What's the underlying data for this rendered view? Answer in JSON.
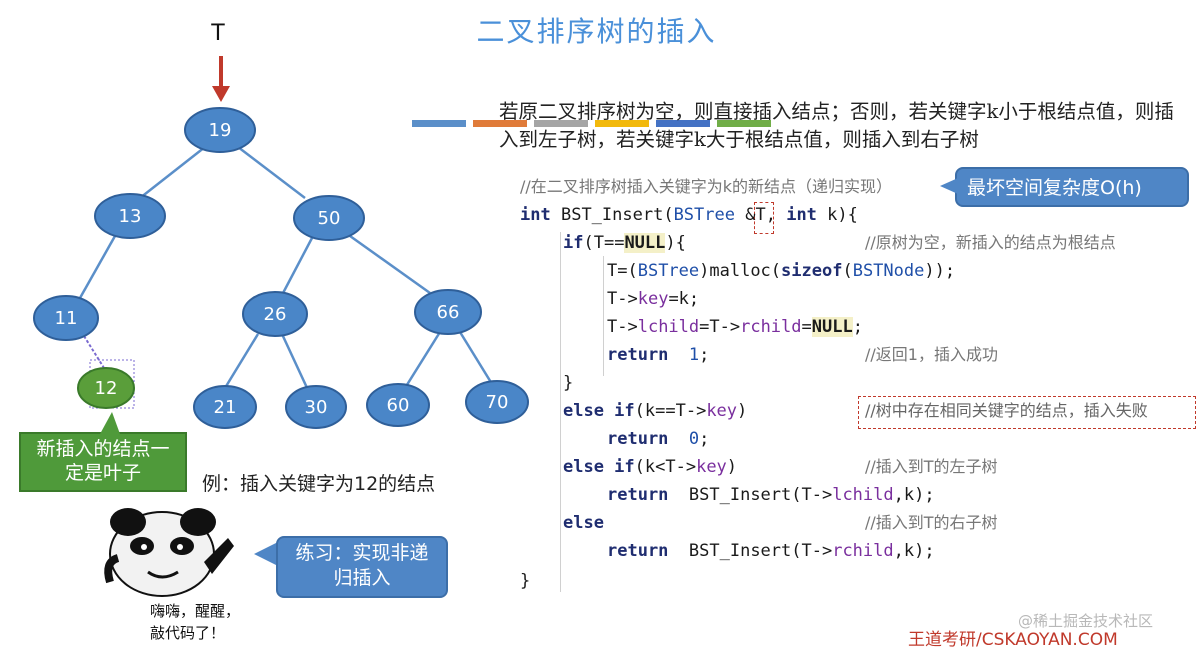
{
  "slide": {
    "title": "二叉排序树的插入",
    "title_bars": [
      "#5b8fc9",
      "#e07b39",
      "#a5a5a5",
      "#f2b90c",
      "#4472c4",
      "#70ad47"
    ],
    "description": "若原二叉排序树为空，则直接插入结点；否则，若关键字k小于根结点值，则插入到左子树，若关键字k大于根结点值，则插入到右子树",
    "tree": {
      "root_label": "T",
      "nodes": [
        "19",
        "13",
        "50",
        "11",
        "26",
        "66",
        "12",
        "21",
        "30",
        "60",
        "70"
      ],
      "new_node": "12",
      "node_color": "#4a86c8",
      "new_node_color": "#5a9e3a"
    },
    "leaf_note": "新插入的结点一定是叶子",
    "example_caption": "例：插入关键字为12的结点",
    "exercise_note": "练习：实现非递归插入",
    "meme_caption_1": "嗨嗨，醒醒，",
    "meme_caption_2": "敲代码了！",
    "complexity_note": "最坏空间复杂度O(h)",
    "code": {
      "comment_header": "//在二叉排序树插入关键字为k的新结点（递归实现）",
      "sig_kw": "int",
      "sig_fn": "BST_Insert(",
      "sig_type": "BSTree",
      "sig_ref": "&T,",
      "sig_kw2": "int",
      "sig_rest": "k){",
      "l2a": "if",
      "l2b": "(T==",
      "l2null": "NULL",
      "l2c": "){",
      "l2cm": "//原树为空，新插入的结点为根结点",
      "l3a": "T=(",
      "l3type": "BSTree",
      "l3b": ")malloc(",
      "l3kw": "sizeof",
      "l3c": "(",
      "l3type2": "BSTNode",
      "l3d": "));",
      "l4a": "T->",
      "l4fld": "key",
      "l4b": "=k;",
      "l5a": "T->",
      "l5fld": "lchild",
      "l5b": "=T->",
      "l5fld2": "rchild",
      "l5c": "=",
      "l5null": "NULL",
      "l5d": ";",
      "l6kw": "return",
      "l6num": "1",
      "l6end": ";",
      "l6cm": "//返回1，插入成功",
      "l7": "}",
      "l8kw": "else if",
      "l8a": "(k==T->",
      "l8fld": "key",
      "l8b": ")",
      "l8cm": "//树中存在相同关键字的结点，插入失败",
      "l9kw": "return",
      "l9num": "0",
      "l9end": ";",
      "l10kw": "else if",
      "l10a": "(k<T->",
      "l10fld": "key",
      "l10b": ")",
      "l10cm": "//插入到T的左子树",
      "l11kw": "return",
      "l11a": "BST_Insert(T->",
      "l11fld": "lchild",
      "l11b": ",k);",
      "l12kw": "else",
      "l12cm": "//插入到T的右子树",
      "l13kw": "return",
      "l13a": "BST_Insert(T->",
      "l13fld": "rchild",
      "l13b": ",k);",
      "l14": "}"
    },
    "watermark": "@稀土掘金技术社区",
    "brand": "王道考研/CSKAOYAN.COM"
  }
}
